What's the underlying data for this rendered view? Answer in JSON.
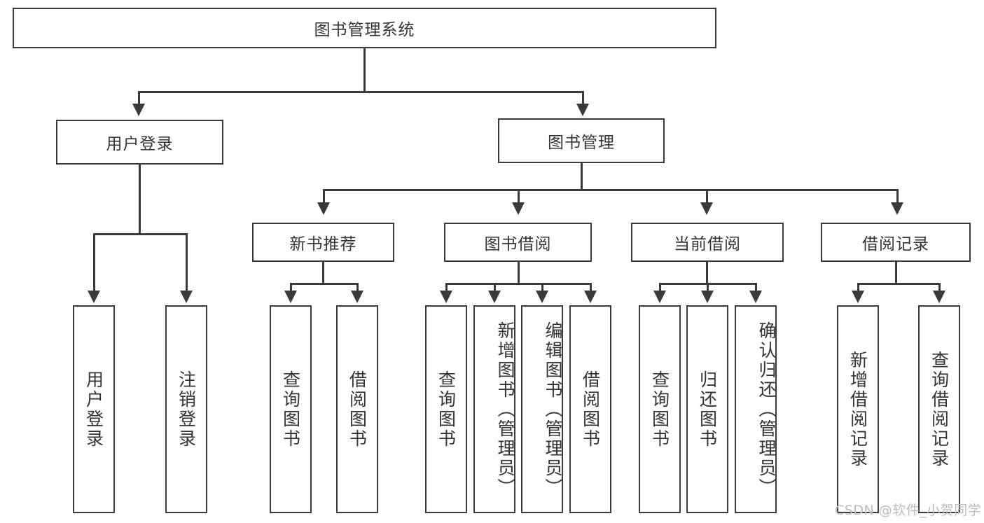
{
  "diagram": {
    "type": "tree-hierarchy",
    "title": "图书管理系统",
    "root": {
      "id": "root",
      "label": "图书管理系统",
      "level": 0
    },
    "level2": [
      {
        "id": "user-login",
        "label": "用户登录"
      },
      {
        "id": "book-management",
        "label": "图书管理"
      }
    ],
    "level3": [
      {
        "id": "new-book-recommend",
        "label": "新书推荐",
        "parent": "book-management"
      },
      {
        "id": "book-borrow",
        "label": "图书借阅",
        "parent": "book-management"
      },
      {
        "id": "current-borrow",
        "label": "当前借阅",
        "parent": "book-management"
      },
      {
        "id": "borrow-record",
        "label": "借阅记录",
        "parent": "book-management"
      }
    ],
    "leaves": {
      "user_login": [
        {
          "id": "leaf-user-login",
          "label": "用户登录"
        },
        {
          "id": "leaf-user-logout",
          "label": "注销登录"
        }
      ],
      "new_book_recommend": [
        {
          "id": "leaf-query-book-1",
          "label": "查询图书"
        },
        {
          "id": "leaf-borrow-book-1",
          "label": "借阅图书"
        }
      ],
      "book_borrow": [
        {
          "id": "leaf-query-book-2",
          "label": "查询图书"
        },
        {
          "id": "leaf-add-book",
          "label": "新增图书（管理员）"
        },
        {
          "id": "leaf-edit-book",
          "label": "编辑图书（管理员）"
        },
        {
          "id": "leaf-borrow-book-2",
          "label": "借阅图书"
        }
      ],
      "current_borrow": [
        {
          "id": "leaf-query-book-3",
          "label": "查询图书"
        },
        {
          "id": "leaf-return-book",
          "label": "归还图书"
        },
        {
          "id": "leaf-confirm-return",
          "label": "确认归还（管理员）"
        }
      ],
      "borrow_record": [
        {
          "id": "leaf-add-record",
          "label": "新增借阅记录"
        },
        {
          "id": "leaf-query-record",
          "label": "查询借阅记录"
        }
      ]
    }
  },
  "watermark": {
    "text": "CSDN @软件_小贺同学"
  },
  "colors": {
    "stroke": "#3a3a3a",
    "text": "#333333",
    "background": "#ffffff",
    "watermark": "#bcbcbc"
  }
}
